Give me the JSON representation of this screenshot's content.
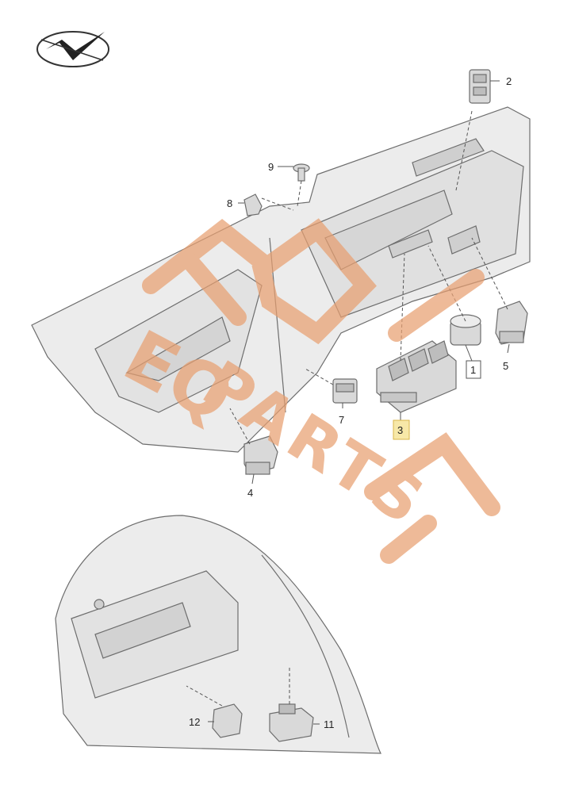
{
  "colors": {
    "part_fill": "#d9d9d9",
    "part_fill_light": "#ececec",
    "part_stroke": "#6d6d6d",
    "callout_stroke": "#555555",
    "highlight_fill": "#f7e8a8",
    "highlight_stroke": "#d9b64a",
    "watermark": "#e8a071"
  },
  "icons": {
    "orientation": "direction-arrow-icon"
  },
  "callouts": [
    {
      "id": "1",
      "text": "1"
    },
    {
      "id": "2",
      "text": "2"
    },
    {
      "id": "3",
      "text": "3",
      "highlighted": true
    },
    {
      "id": "4",
      "text": "4"
    },
    {
      "id": "5",
      "text": "5"
    },
    {
      "id": "7",
      "text": "7"
    },
    {
      "id": "8",
      "text": "8"
    },
    {
      "id": "9",
      "text": "9"
    },
    {
      "id": "11",
      "text": "11"
    },
    {
      "id": "12",
      "text": "12"
    }
  ],
  "watermark": {
    "line1": "EQ",
    "line2": "PARTS"
  }
}
